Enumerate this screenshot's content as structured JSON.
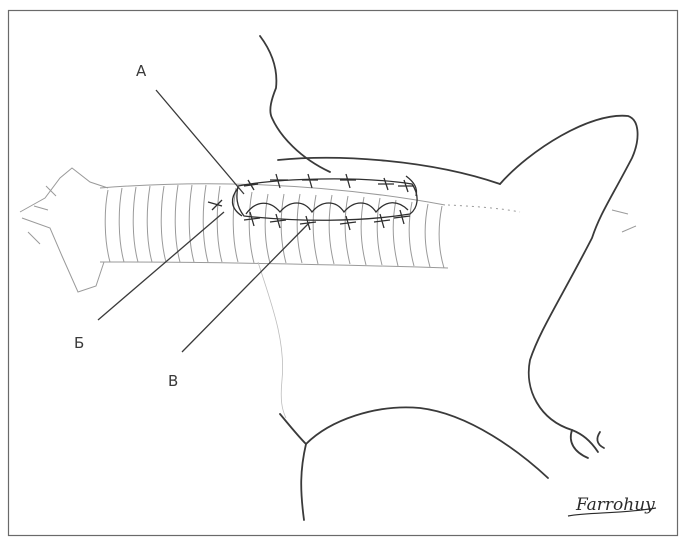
{
  "figure": {
    "labels": {
      "a": "A",
      "b": "Б",
      "c": "В"
    },
    "signature": "Farrohuy"
  },
  "colors": {
    "ink": "#2f2f2f",
    "pencil": "#9a9a9a",
    "border": "#6a6a6a"
  }
}
